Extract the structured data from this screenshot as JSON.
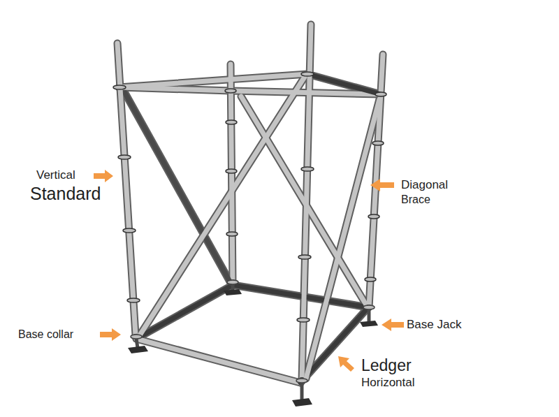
{
  "diagram": {
    "labels": [
      "Vertical",
      "Standard",
      "Diagonal",
      "Brace",
      "Base collar",
      "Base Jack",
      "Ledger",
      "Horizontal"
    ]
  }
}
